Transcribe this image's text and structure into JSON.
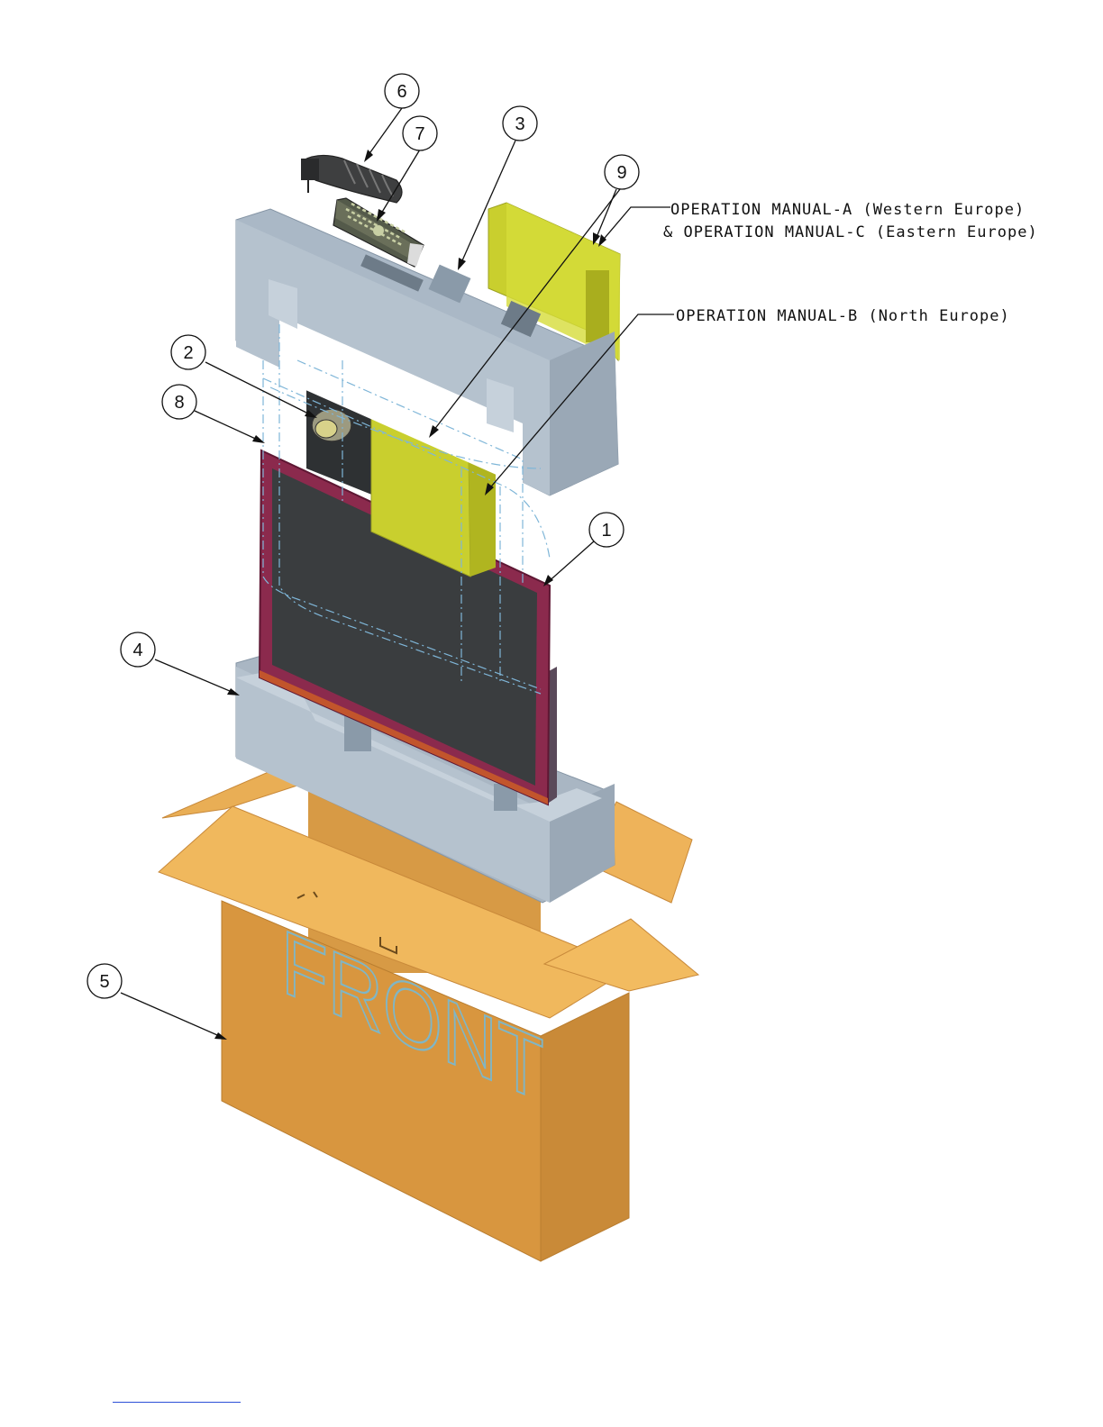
{
  "callouts": [
    {
      "id": "callout-1",
      "text": "1"
    },
    {
      "id": "callout-2",
      "text": "2"
    },
    {
      "id": "callout-3",
      "text": "3"
    },
    {
      "id": "callout-4",
      "text": "4"
    },
    {
      "id": "callout-5",
      "text": "5"
    },
    {
      "id": "callout-6",
      "text": "6"
    },
    {
      "id": "callout-7",
      "text": "7"
    },
    {
      "id": "callout-8",
      "text": "8"
    },
    {
      "id": "callout-9",
      "text": "9"
    }
  ],
  "notes": {
    "manual_ac_line1": "OPERATION MANUAL-A (Western Europe)",
    "manual_ac_line2": "& OPERATION MANUAL-C (Eastern Europe)",
    "manual_b": "OPERATION MANUAL-B  (North Europe)"
  },
  "box_print": "FRONT",
  "colors": {
    "carton": "#e7a84b",
    "foam": "#aab8c6",
    "manual": "#c9cf2e",
    "bezel": "#8b2a4d",
    "screen": "#3a3d3f",
    "phantom": "#7fb6d8"
  }
}
